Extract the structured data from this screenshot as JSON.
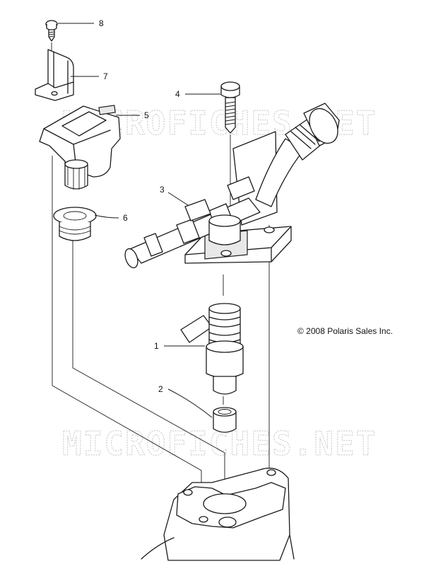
{
  "callouts": [
    {
      "num": "1"
    },
    {
      "num": "2"
    },
    {
      "num": "3"
    },
    {
      "num": "4"
    },
    {
      "num": "5"
    },
    {
      "num": "6"
    },
    {
      "num": "7"
    },
    {
      "num": "8"
    }
  ],
  "copyright": "© 2008 Polaris Sales Inc.",
  "watermark": "MICROFICHES.NET"
}
